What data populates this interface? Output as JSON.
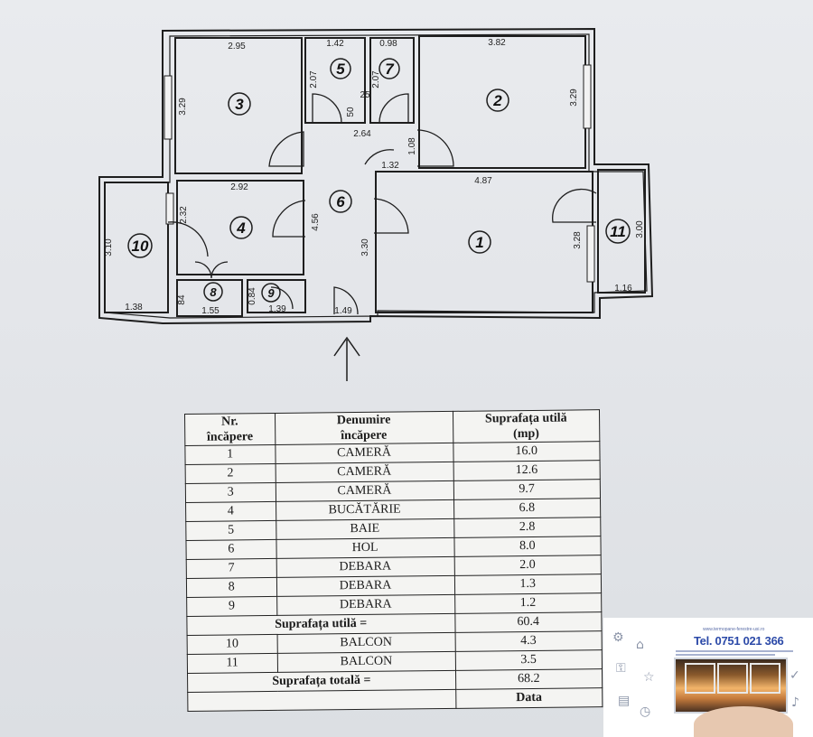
{
  "floor_plan": {
    "rooms": [
      {
        "id": "1",
        "label": "1"
      },
      {
        "id": "2",
        "label": "2"
      },
      {
        "id": "3",
        "label": "3"
      },
      {
        "id": "4",
        "label": "4"
      },
      {
        "id": "5",
        "label": "5"
      },
      {
        "id": "6",
        "label": "6"
      },
      {
        "id": "7",
        "label": "7"
      },
      {
        "id": "8",
        "label": "8"
      },
      {
        "id": "9",
        "label": "9"
      },
      {
        "id": "10",
        "label": "10"
      },
      {
        "id": "11",
        "label": "11"
      }
    ],
    "dimensions": {
      "r3_width": "2.95",
      "r3_height": "3.29",
      "r5_width": "1.42",
      "r5_height": "2.07",
      "r7_width": "0.98",
      "r7_height": "2.07",
      "r2_width": "3.82",
      "r2_height": "3.29",
      "small_50": "50",
      "small_25": "25",
      "hall_top": "2.64",
      "hall_right": "1.08",
      "hall_mid": "1.32",
      "r4_width": "2.92",
      "r4_height": "2.32",
      "r1_width": "4.87",
      "r1_height": "3.30",
      "r1_side": "3.28",
      "hall_height": "4.56",
      "r10_height": "3.10",
      "r10_width": "1.38",
      "r11_height": "3.00",
      "r11_width": "1.16",
      "r8_height": "84",
      "r8_width": "1.55",
      "r9_height": "0.84",
      "r9_width": "1.39",
      "entry_width": "1.49"
    }
  },
  "table": {
    "header": {
      "col1": "Nr. încăpere",
      "col2": "Denumire încăpere",
      "col3": "Suprafața utilă (mp)"
    },
    "rows": [
      {
        "nr": "1",
        "name": "CAMERĂ",
        "area": "16.0"
      },
      {
        "nr": "2",
        "name": "CAMERĂ",
        "area": "12.6"
      },
      {
        "nr": "3",
        "name": "CAMERĂ",
        "area": "9.7"
      },
      {
        "nr": "4",
        "name": "BUCĂTĂRIE",
        "area": "6.8"
      },
      {
        "nr": "5",
        "name": "BAIE",
        "area": "2.8"
      },
      {
        "nr": "6",
        "name": "HOL",
        "area": "8.0"
      },
      {
        "nr": "7",
        "name": "DEBARA",
        "area": "2.0"
      },
      {
        "nr": "8",
        "name": "DEBARA",
        "area": "1.3"
      },
      {
        "nr": "9",
        "name": "DEBARA",
        "area": "1.2"
      }
    ],
    "subtotal": {
      "label": "Suprafața utilă =",
      "value": "60.4"
    },
    "balcony_rows": [
      {
        "nr": "10",
        "name": "BALCON",
        "area": "4.3"
      },
      {
        "nr": "11",
        "name": "BALCON",
        "area": "3.5"
      }
    ],
    "total": {
      "label": "Suprafața totală =",
      "value": "68.2"
    },
    "footer_partial": "Data"
  },
  "ad": {
    "url": "www.termopane-ferestre-usi.ro",
    "phone": "Tel. 0751 021 366"
  }
}
